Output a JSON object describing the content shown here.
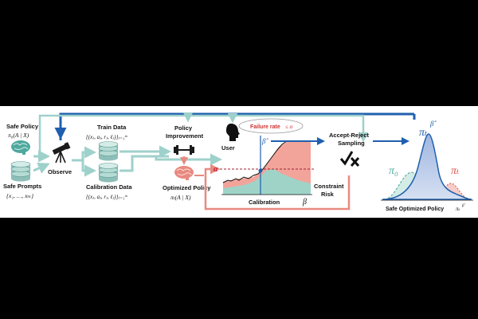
{
  "colors": {
    "teal": "#9fd1cb",
    "teal_dark": "#4fa89d",
    "blue": "#1f5fae",
    "red": "#d9534f",
    "pink_fill": "#f2a49b",
    "teal_fill": "#9fd3c8",
    "brain": "#4fa89d",
    "brain_pink": "#e88a80"
  },
  "icons": [
    "brain-icon",
    "database-icon",
    "telescope-icon",
    "dumbbell-icon",
    "user-head-icon",
    "check-x-icon"
  ],
  "left": {
    "safe_policy_title": "Safe Policy",
    "safe_policy_formula": "π₀(A | X)",
    "safe_prompts_title": "Safe Prompts",
    "safe_prompts_formula": "{x₁, …, xₘ}",
    "observe_label": "Observe"
  },
  "data": {
    "train_title": "Train Data",
    "train_formula": "{(xⱼ, aⱼ, rⱼ, ℓⱼ)}ⱼ₌₁ᵐ",
    "calib_title": "Calibration Data",
    "calib_formula": "{(xⱼ, aⱼ, rⱼ, ℓⱼ)}ⱼ₌₁ᵐ"
  },
  "policy": {
    "improvement_line1": "Policy",
    "improvement_line2": "Improvement",
    "optimized_title": "Optimized Policy",
    "optimized_formula": "πₜ(A | X)"
  },
  "calibration": {
    "user_label": "User",
    "failure_rate": "Failure rate",
    "failure_bound": "≤ α",
    "alpha": "α",
    "beta": "β",
    "beta_hat": "β̂",
    "calibration_label": "Calibration",
    "constraint_line1": "Constraint",
    "constraint_line2": "Risk"
  },
  "sampling": {
    "line1": "Accept-Reject",
    "line2": "Sampling"
  },
  "output": {
    "pi0": "π₀",
    "pit": "πₜ",
    "pit_hat": "πₜ",
    "hat_sup": "β̂",
    "caption": "Safe Optimized Policy",
    "caption_sym": "πₜ",
    "caption_sup": "β̂"
  }
}
